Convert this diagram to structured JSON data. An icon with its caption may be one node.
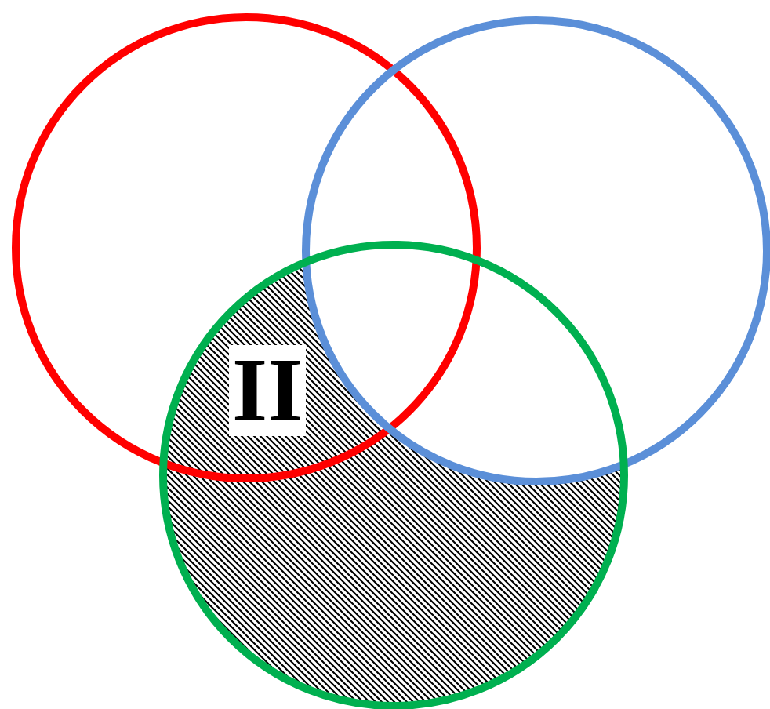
{
  "diagram": {
    "nodes": [
      {
        "text": [],
        "shape": "circle"
      },
      {
        "text": [],
        "shape": "circle"
      },
      {
        "text": [],
        "shape": "circle"
      }
    ],
    "labels": [
      "II"
    ]
  }
}
